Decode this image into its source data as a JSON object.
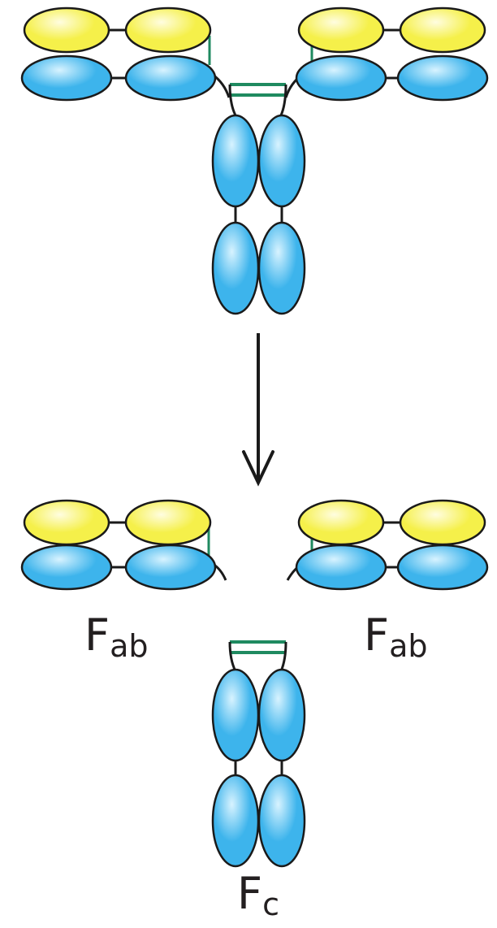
{
  "colors": {
    "light_chain": "#f5f04a",
    "light_chain_highlight": "#fffde0",
    "heavy_chain": "#3db4ec",
    "heavy_chain_highlight": "#d8f3ff",
    "outline": "#1a1a1a",
    "disulfide_bond": "#1f8a60",
    "arrow": "#1a1a1a",
    "background": "#ffffff"
  },
  "labels": {
    "fab_left": {
      "main": "F",
      "sub": "ab"
    },
    "fab_right": {
      "main": "F",
      "sub": "ab"
    },
    "fc": {
      "main": "F",
      "sub": "c"
    }
  }
}
